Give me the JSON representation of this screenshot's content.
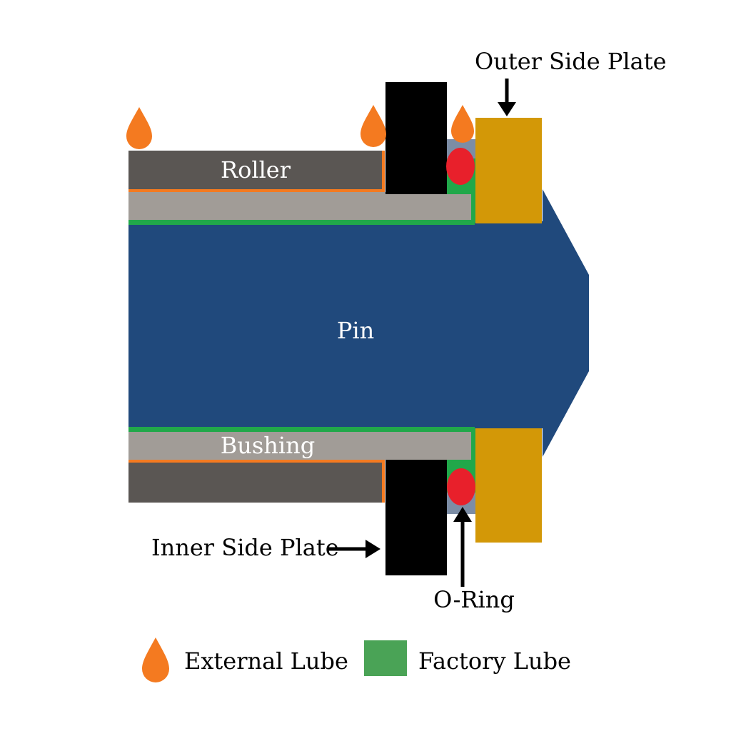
{
  "labels": {
    "outer_side_plate": "Outer Side Plate",
    "roller": "Roller",
    "pin": "Pin",
    "bushing": "Bushing",
    "inner_side_plate": "Inner Side Plate",
    "o_ring": "O-Ring"
  },
  "legend": {
    "external_lube": "External Lube",
    "factory_lube": "Factory Lube"
  },
  "colors": {
    "pin": "#20497c",
    "roller": "#5a5653",
    "bushing": "#a19c97",
    "inner_plate": "#000000",
    "outer_plate": "#d39807",
    "o_ring": "#e8202b",
    "factory_lube": "#21a84a",
    "external_lube": "#f47a20",
    "seal_gap": "#7c8da5"
  }
}
